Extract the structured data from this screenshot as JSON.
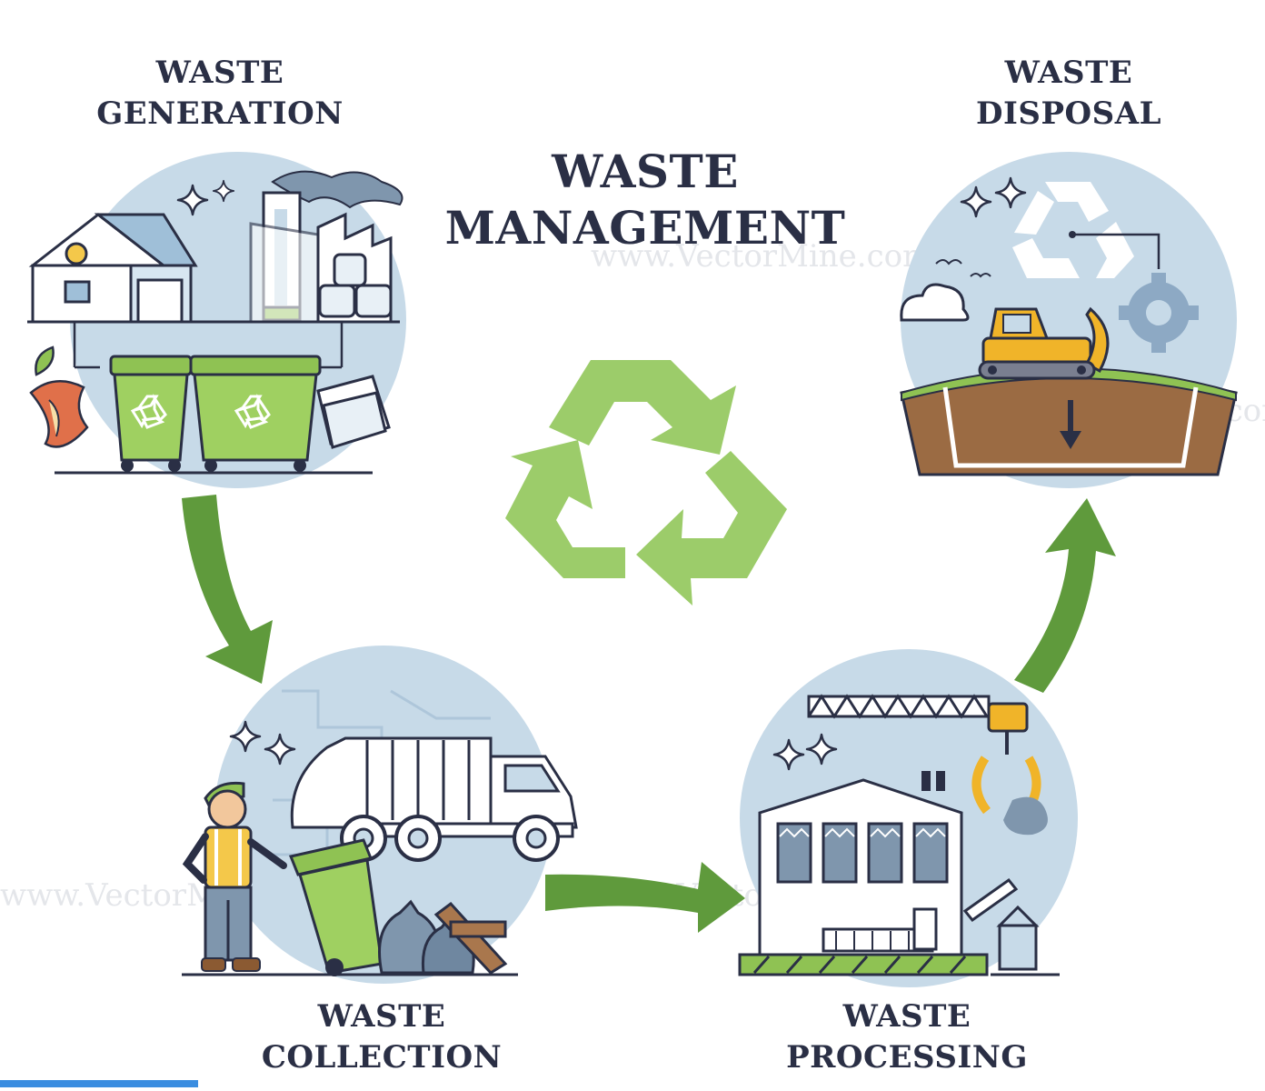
{
  "title": {
    "line1": "WASTE",
    "line2": "MANAGEMENT"
  },
  "stages": {
    "generation": {
      "line1": "WASTE",
      "line2": "GENERATION"
    },
    "collection": {
      "line1": "WASTE",
      "line2": "COLLECTION"
    },
    "processing": {
      "line1": "WASTE",
      "line2": "PROCESSING"
    },
    "disposal": {
      "line1": "WASTE",
      "line2": "DISPOSAL"
    }
  },
  "watermark": "www.VectorMine.com",
  "colors": {
    "circle": "#c7dae8",
    "arrow": "#5f9a3c",
    "recycle": "#9ccc6a",
    "bin": "#8fc253",
    "ink": "#2a2f45",
    "soil": "#9b6b43",
    "dozer": "#f0b429"
  }
}
